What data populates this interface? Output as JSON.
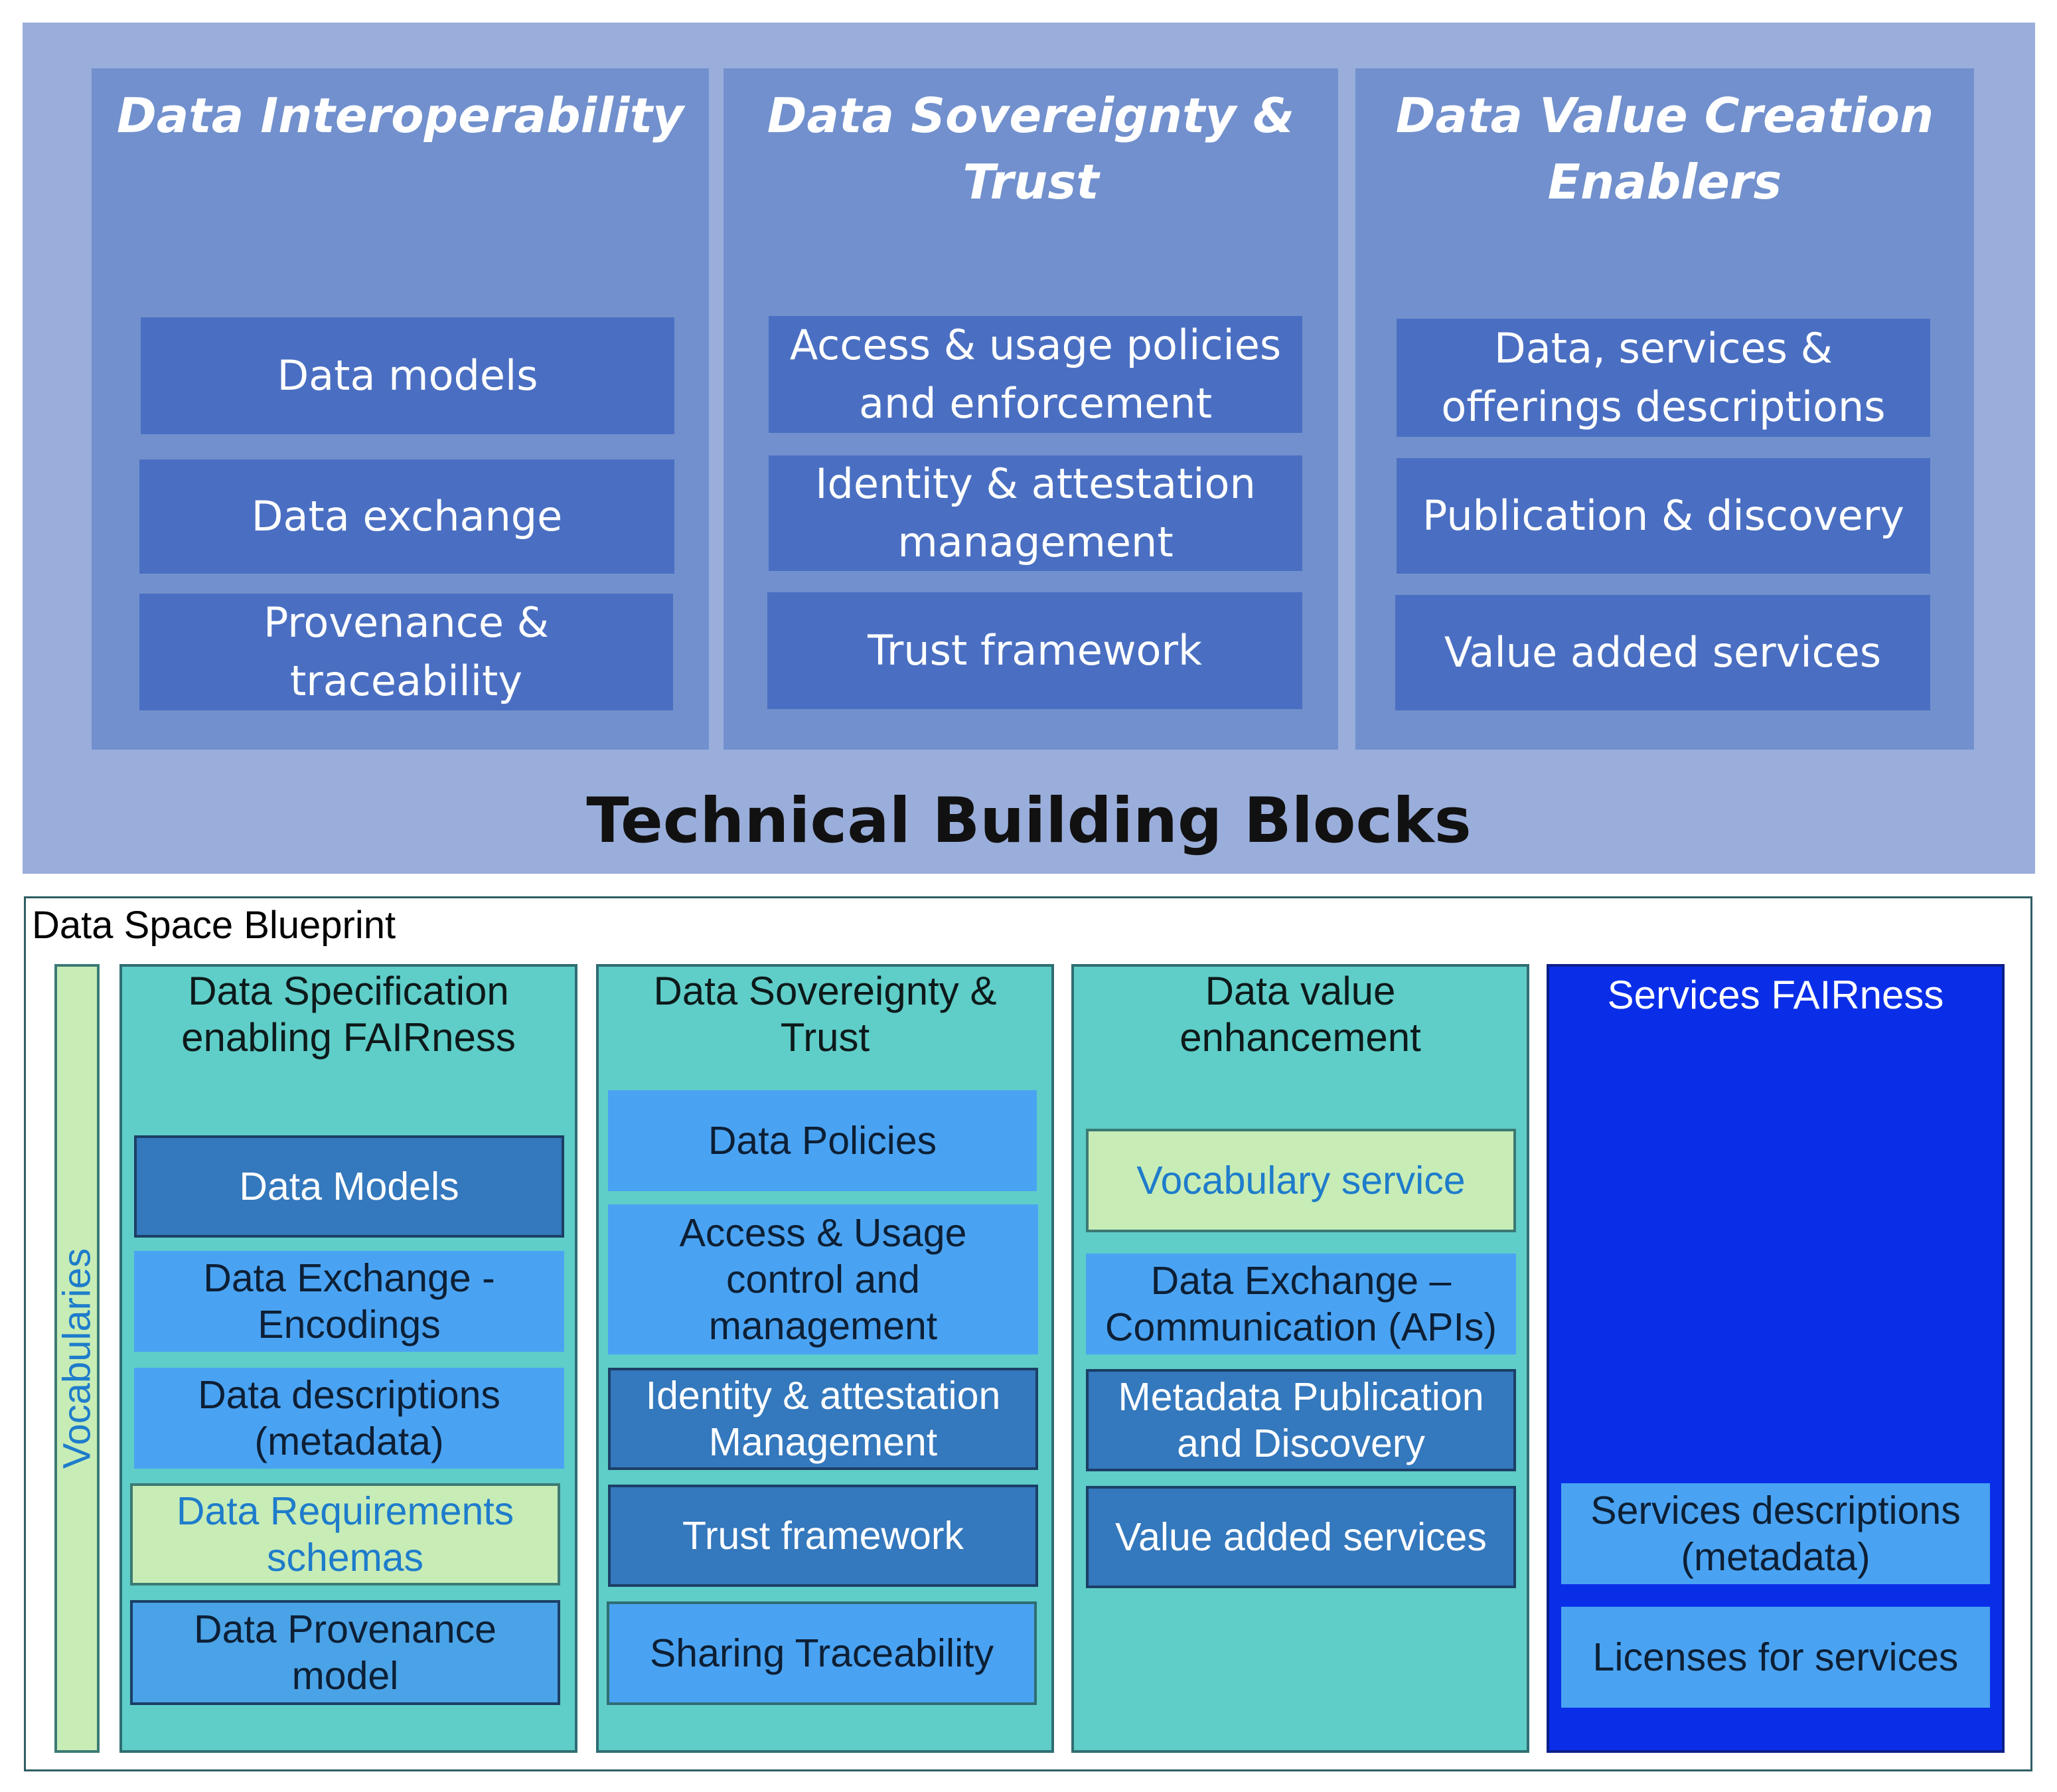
{
  "technical_building_blocks": {
    "title": "Technical Building Blocks",
    "columns": [
      {
        "title": "Data Interoperability",
        "items": [
          "Data models",
          "Data exchange",
          "Provenance &\ntraceability"
        ]
      },
      {
        "title": "Data Sovereignty &\nTrust",
        "items": [
          "Access & usage policies\nand enforcement",
          "Identity & attestation\nmanagement",
          "Trust framework"
        ]
      },
      {
        "title": "Data Value Creation\nEnablers",
        "items": [
          "Data, services &\nofferings descriptions",
          "Publication & discovery",
          "Value added services"
        ]
      }
    ],
    "colors": {
      "panel": "#9aaedb",
      "column": "#7190cd",
      "box": "#4a6fc2"
    }
  },
  "blueprint": {
    "title": "Data Space Blueprint",
    "vocabularies_label": "Vocabularies",
    "columns": [
      {
        "title": "Data Specification\nenabling FAIRness",
        "items": [
          "Data Models",
          "Data Exchange -\nEncodings",
          "Data descriptions\n(metadata)",
          "Data Requirements\nschemas",
          "Data Provenance\nmodel"
        ]
      },
      {
        "title": "Data Sovereignty &\nTrust",
        "items": [
          "Data Policies",
          "Access & Usage\ncontrol and\nmanagement",
          "Identity & attestation\nManagement",
          "Trust framework",
          "Sharing Traceability"
        ]
      },
      {
        "title": "Data value\nenhancement",
        "items": [
          "Vocabulary service",
          "Data Exchange –\nCommunication (APIs)",
          "Metadata Publication\nand Discovery",
          "Value added services"
        ]
      },
      {
        "title": "Services FAIRness",
        "items": [
          "Services descriptions\n(metadata)",
          "Licenses for services"
        ]
      }
    ],
    "colors": {
      "column": "#5fcdc8",
      "dark_box": "#3478bd",
      "mid_box": "#4aa3f2",
      "light_green": "#c7ecb6",
      "services_column": "#0a2ee8"
    }
  }
}
